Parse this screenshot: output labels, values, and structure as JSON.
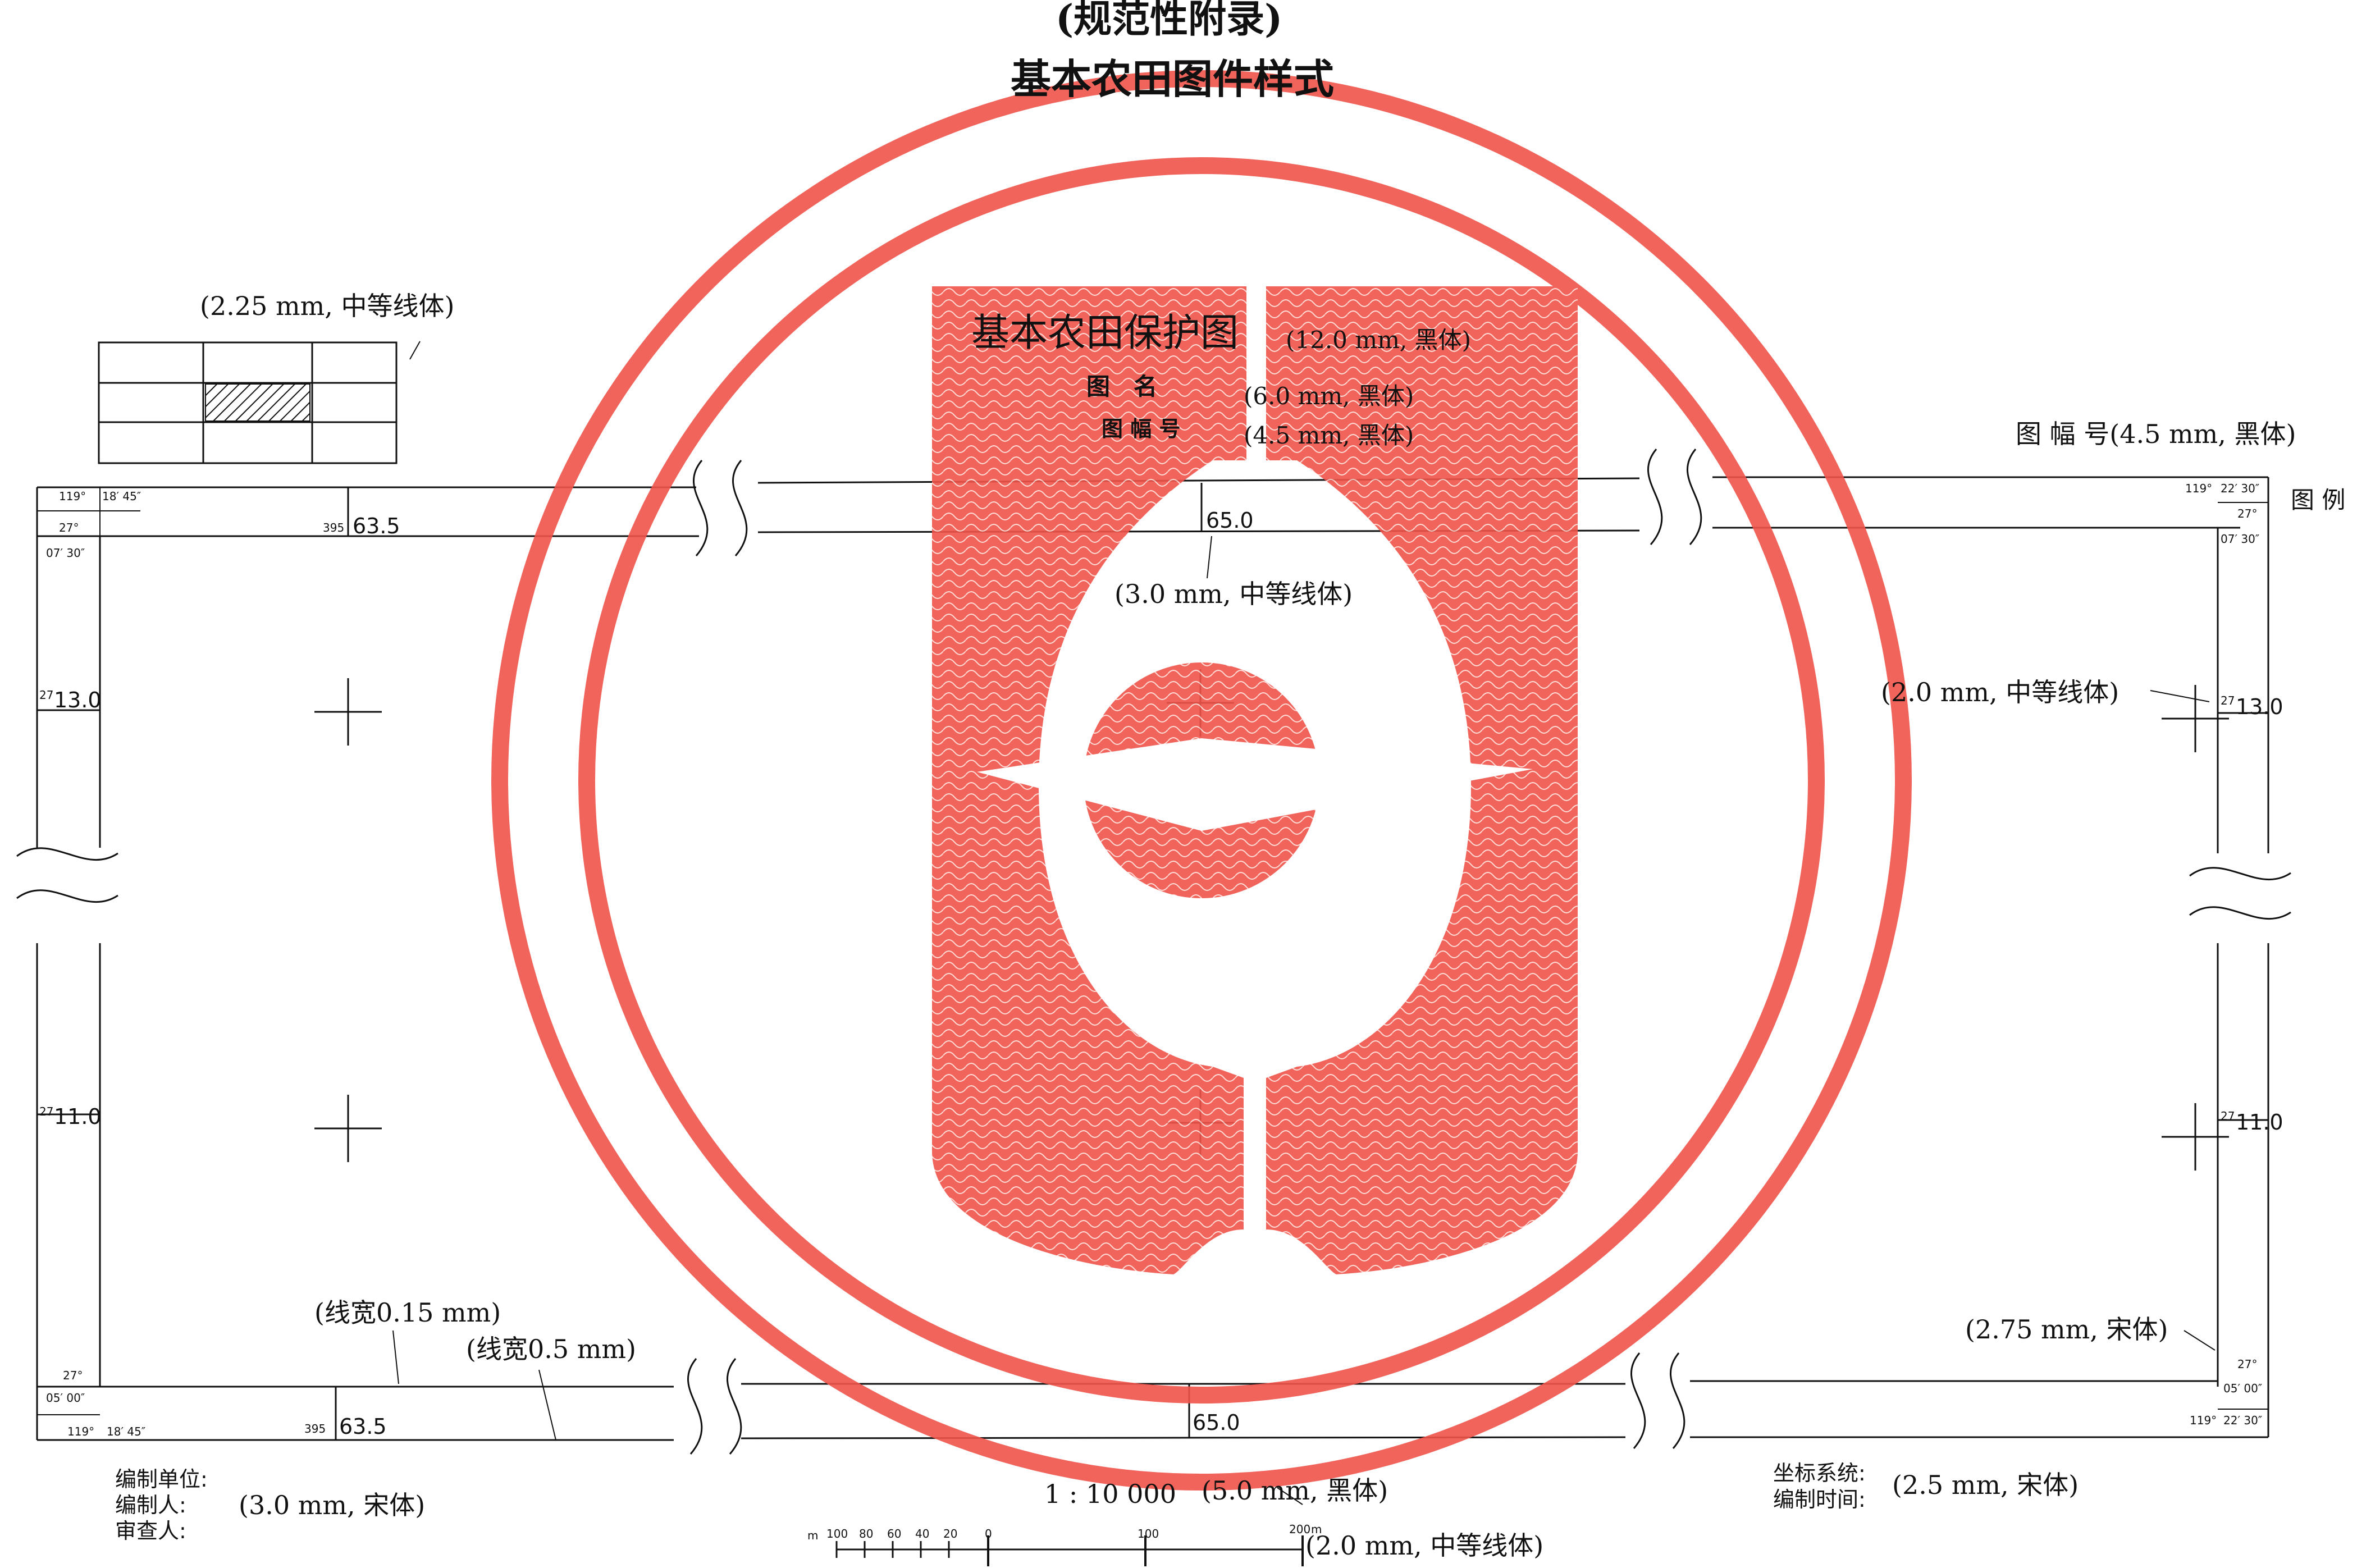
{
  "header": {
    "appendix_label": "(规范性附录)",
    "doc_title": "基本农田图件样式"
  },
  "map_title": {
    "main": "基本农田保护图",
    "main_note": "(12.0 mm, 黑体)",
    "name": "图　名",
    "name_note": "(6.0 mm, 黑体)",
    "sheet_no": "图 幅 号",
    "sheet_no_note": "(4.5 mm, 黑体)"
  },
  "index_grid_note": "(2.25 mm, 中等线体)",
  "top_right": {
    "sheet_no_label": "图 幅 号(4.5 mm, 黑体)",
    "legend_label": "图 例"
  },
  "frame": {
    "tl_lon_deg": "119°",
    "tl_lon_min": "18′ 45″",
    "tl_lat_deg": "27°",
    "tl_lat_min": "07′ 30″",
    "tr_lon_deg": "119°",
    "tr_lon_min": "22′ 30″",
    "tr_lat_deg": "27°",
    "tr_lat_min": "07′ 30″",
    "bl_lat_deg": "27°",
    "bl_lat_min": "05′ 00″",
    "bl_lon_deg": "119°",
    "bl_lon_min": "18′ 45″",
    "br_lat_deg": "27°",
    "br_lat_min": "05′ 00″",
    "br_lon_deg": "119°",
    "br_lon_min": "22′ 30″",
    "top_x_prefix": "395",
    "top_x_value": "63.5",
    "top_mid_value": "65.0",
    "bottom_x_prefix": "395",
    "bottom_x_value": "63.5",
    "bottom_mid_value": "65.0",
    "left_y1_prefix": "27",
    "left_y1_value": "13.0",
    "left_y2_prefix": "27",
    "left_y2_value": "11.0",
    "right_y1_prefix": "27",
    "right_y1_value": "13.0",
    "right_y2_prefix": "27",
    "right_y2_value": "11.0"
  },
  "notes": {
    "grid_font": "(3.0 mm, 中等线体)",
    "right_grid_font": "(2.0 mm, 中等线体)",
    "line_width_thin": "(线宽0.15 mm)",
    "line_width_thick": "(线宽0.5 mm)",
    "corner_font": "(2.75 mm, 宋体)"
  },
  "footer": {
    "unit_label": "编制单位:",
    "maker_label": "编制人:",
    "checker_label": "审查人:",
    "left_font_note": "(3.0 mm, 宋体)",
    "scale": "1 : 10 000",
    "scale_note": "(5.0 mm, 黑体)",
    "scalebar_note": "(2.0 mm, 中等线体)",
    "scalebar_unit_left": "m",
    "scalebar_unit_right": "m",
    "scalebar_ticks": [
      "100",
      "80",
      "60",
      "40",
      "20",
      "0",
      "100",
      "200"
    ],
    "coord_label": "坐标系统:",
    "time_label": "编制时间:",
    "right_font_note": "(2.5 mm, 宋体)"
  },
  "watermark": {
    "color": "#f0544a",
    "name": "seal-emblem-watermark"
  }
}
